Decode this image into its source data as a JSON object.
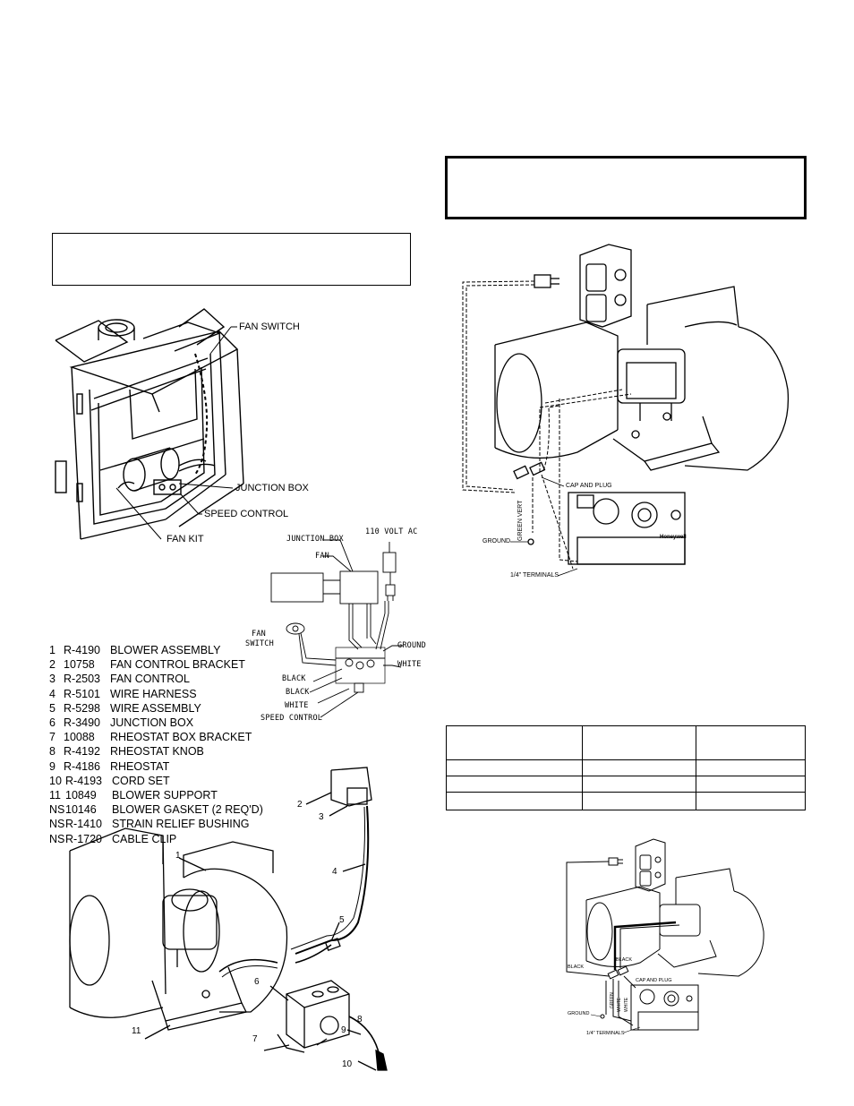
{
  "fireplace_callouts": {
    "fan_switch": "FAN SWITCH",
    "junction_box": "JUNCTION BOX",
    "speed_control": "SPEED CONTROL",
    "fan_kit": "FAN KIT"
  },
  "wiring_labels": {
    "junction_box": "JUNCTION BOX",
    "voltage": "110 VOLT AC",
    "fan": "FAN",
    "fan_switch_line1": "FAN",
    "fan_switch_line2": "SWITCH",
    "ground": "GROUND",
    "white_1": "WHITE",
    "black_1": "BLACK",
    "black_2": "BLACK",
    "white_2": "WHITE",
    "speed_control": "SPEED CONTROL"
  },
  "parts_list": [
    {
      "num": "1",
      "part": "R-4190",
      "desc": "BLOWER ASSEMBLY"
    },
    {
      "num": "2",
      "part": "10758",
      "desc": "FAN CONTROL BRACKET"
    },
    {
      "num": "3",
      "part": "R-2503",
      "desc": "FAN CONTROL"
    },
    {
      "num": "4",
      "part": "R-5101",
      "desc": "WIRE HARNESS"
    },
    {
      "num": "5",
      "part": "R-5298",
      "desc": "WIRE ASSEMBLY"
    },
    {
      "num": "6",
      "part": "R-3490",
      "desc": "JUNCTION BOX"
    },
    {
      "num": "7",
      "part": "10088",
      "desc": "RHEOSTAT BOX BRACKET"
    },
    {
      "num": "8",
      "part": "R-4192",
      "desc": "RHEOSTAT KNOB"
    },
    {
      "num": "9",
      "part": "R-4186",
      "desc": "RHEOSTAT"
    },
    {
      "num": "10",
      "part": "R-4193",
      "desc": "CORD SET"
    },
    {
      "num": "11",
      "part": "10849",
      "desc": "BLOWER SUPPORT"
    },
    {
      "num": "NS",
      "part": "10146",
      "desc": "BLOWER GASKET (2 REQ'D)"
    },
    {
      "num": "NS",
      "part": "R-1410",
      "desc": "STRAIN RELIEF BUSHING"
    },
    {
      "num": "NS",
      "part": "R-1720",
      "desc": "CABLE CLIP"
    }
  ],
  "exploded_numbers": [
    "1",
    "2",
    "3",
    "4",
    "5",
    "6",
    "7",
    "8",
    "9",
    "10",
    "11"
  ],
  "valve_callouts_top": {
    "cap_and_plug": "CAP AND PLUG",
    "ground": "GROUND",
    "green_vert": "GREEN VERT",
    "terminals": "1/4\" TERMINALS",
    "brand": "Honeywell"
  },
  "valve_callouts_bottom": {
    "black_1": "BLACK",
    "black_2": "BLACK",
    "cap_and_plug": "CAP AND PLUG",
    "ground": "GROUND",
    "green": "GREEN",
    "white_1": "WHITE",
    "white_2": "WHITE",
    "terminals": "1/4\" TERMINALS"
  }
}
